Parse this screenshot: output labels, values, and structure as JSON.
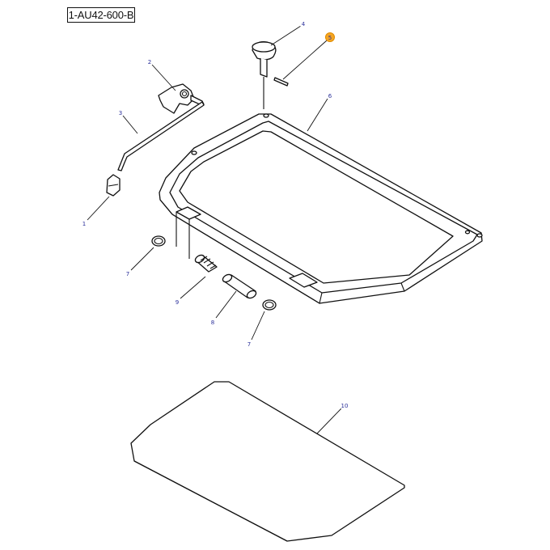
{
  "diagram": {
    "reference_code": "1-AU42-600-B",
    "callouts": [
      {
        "id": "c1",
        "label": "1"
      },
      {
        "id": "c2",
        "label": "2"
      },
      {
        "id": "c3",
        "label": "3"
      },
      {
        "id": "c4",
        "label": "4"
      },
      {
        "id": "c5",
        "label": "5",
        "highlighted": true
      },
      {
        "id": "c6",
        "label": "6"
      },
      {
        "id": "c7a",
        "label": "7"
      },
      {
        "id": "c7b",
        "label": "7"
      },
      {
        "id": "c8",
        "label": "8"
      },
      {
        "id": "c9",
        "label": "9"
      },
      {
        "id": "c10",
        "label": "10"
      }
    ],
    "colors": {
      "line": "#111111",
      "callout_text": "#2a2f9a",
      "highlight": "#f5a623"
    }
  }
}
